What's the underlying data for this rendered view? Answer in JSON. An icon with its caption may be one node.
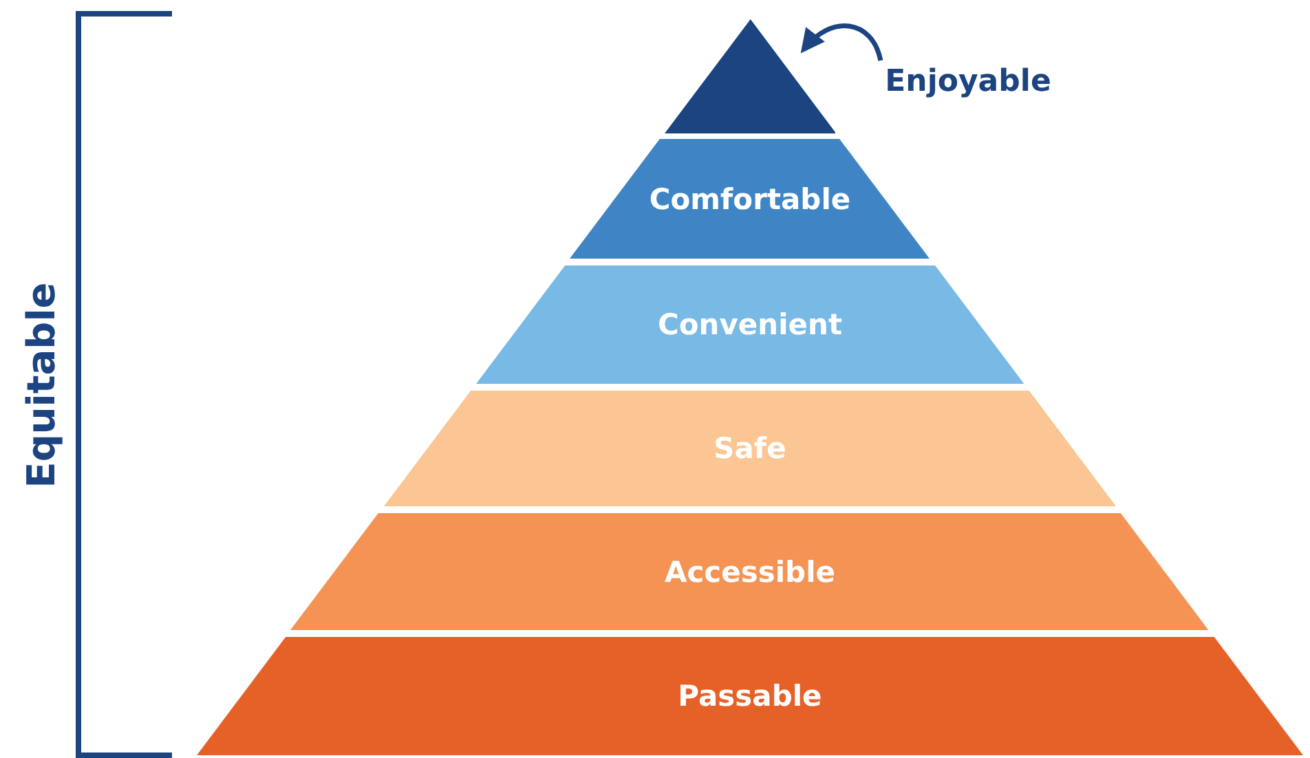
{
  "diagram": {
    "nodes": [
      {
        "text": [],
        "shape": "triangle"
      },
      {
        "text": [
          "Enjoyable"
        ]
      },
      {
        "text": [
          "Comfortable"
        ]
      },
      {
        "text": [
          "Convenient"
        ]
      },
      {
        "text": [
          "Safe"
        ]
      },
      {
        "text": [
          "Accessible"
        ]
      },
      {
        "text": [
          "Passable"
        ]
      }
    ],
    "edges": [
      {
        "from": 1,
        "to": 0,
        "arrow": "to"
      }
    ],
    "labels": [
      "Equitable"
    ]
  }
}
